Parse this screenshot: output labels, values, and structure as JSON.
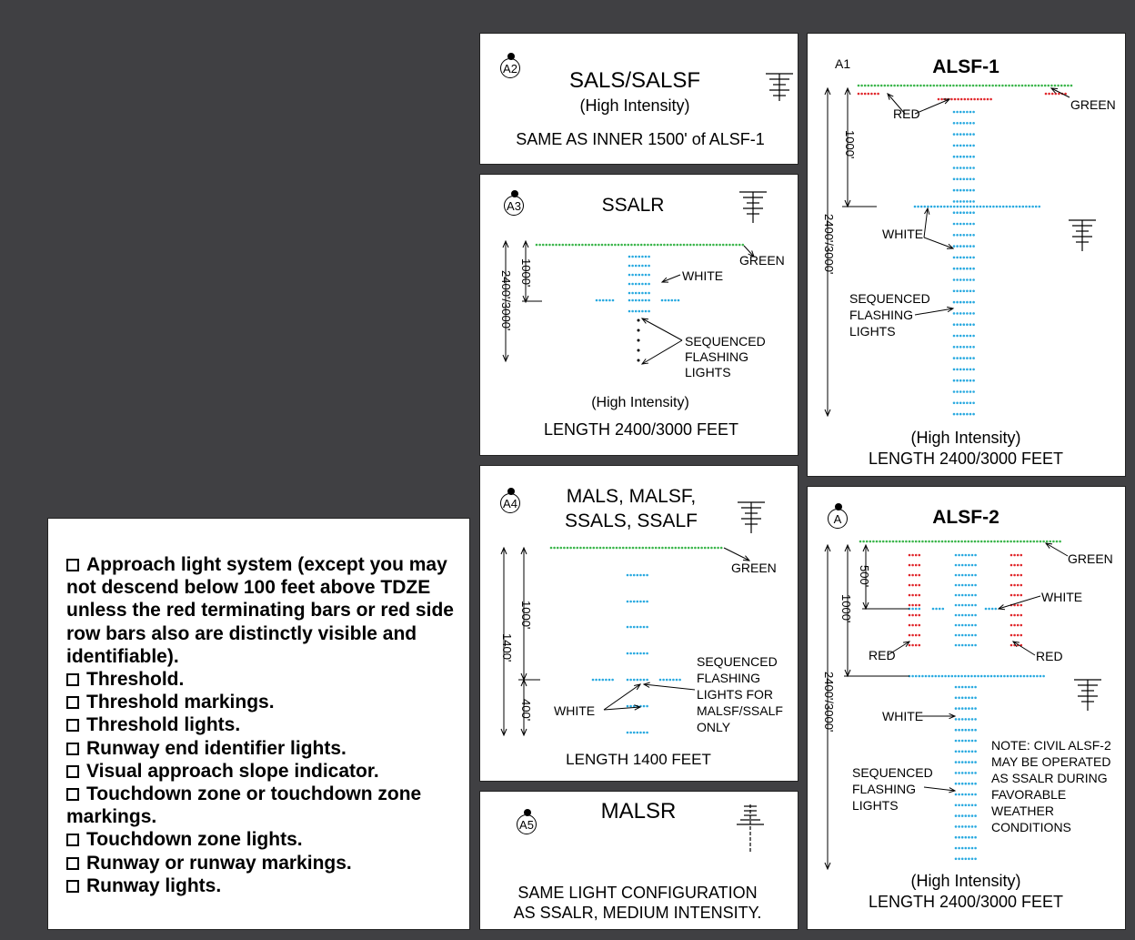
{
  "sals": {
    "badge": "A2",
    "title": "SALS/SALSF",
    "intensity": "(High Intensity)",
    "note": "SAME AS INNER 1500' of ALSF-1"
  },
  "ssalr": {
    "badge": "A3",
    "title": "SSALR",
    "green": "GREEN",
    "white": "WHITE",
    "seq": [
      "SEQUENCED",
      "FLASHING",
      "LIGHTS"
    ],
    "d1": "1000'",
    "d2": "2400'/3000'",
    "intensity": "(High Intensity)",
    "length": "LENGTH 2400/3000 FEET"
  },
  "mals": {
    "badge": "A4",
    "title_line1": "MALS, MALSF,",
    "title_line2": "SSALS, SSALF",
    "green": "GREEN",
    "white": "WHITE",
    "seq": [
      "SEQUENCED",
      "FLASHING",
      "LIGHTS FOR",
      "MALSF/SSALF",
      "ONLY"
    ],
    "d1": "1000'",
    "d2": "1400'",
    "d3": "400'",
    "length": "LENGTH 1400 FEET"
  },
  "malsr": {
    "badge": "A5",
    "title": "MALSR",
    "note_line1": "SAME LIGHT CONFIGURATION",
    "note_line2": "AS SSALR, MEDIUM INTENSITY."
  },
  "alsf1": {
    "badge": "A1",
    "title": "ALSF-1",
    "green": "GREEN",
    "red": "RED",
    "white": "WHITE",
    "seq": [
      "SEQUENCED",
      "FLASHING",
      "LIGHTS"
    ],
    "d1": "1000'",
    "d2": "2400'/3000'",
    "intensity": "(High Intensity)",
    "length": "LENGTH 2400/3000 FEET"
  },
  "alsf2": {
    "badge": "A",
    "title": "ALSF-2",
    "green": "GREEN",
    "white_top": "WHITE",
    "red_left": "RED",
    "red_right": "RED",
    "white_mid": "WHITE",
    "seq": [
      "SEQUENCED",
      "FLASHING",
      "LIGHTS"
    ],
    "d0": "500'",
    "d1": "1000'",
    "d2": "2400'/3000'",
    "note": [
      "NOTE: CIVIL ALSF-2",
      "MAY BE OPERATED",
      "AS SSALR DURING",
      "FAVORABLE",
      "WEATHER",
      "CONDITIONS"
    ],
    "intensity": "(High Intensity)",
    "length": "LENGTH 2400/3000 FEET"
  },
  "checklist": {
    "items": [
      "Approach light system (except you may not descend below 100 feet above TDZE unless the red terminating bars or red side row bars also are distinctly visible and identifiable).",
      "Threshold.",
      "Threshold markings.",
      "Threshold lights.",
      "Runway end identifier lights.",
      "Visual approach slope indicator.",
      "Touchdown zone or touchdown zone markings.",
      "Touchdown zone lights.",
      "Runway or runway markings.",
      "Runway lights."
    ]
  },
  "colors": {
    "green": "#3ab54a",
    "red": "#e0262b",
    "blue": "#28a9e0",
    "background": "#404043"
  }
}
